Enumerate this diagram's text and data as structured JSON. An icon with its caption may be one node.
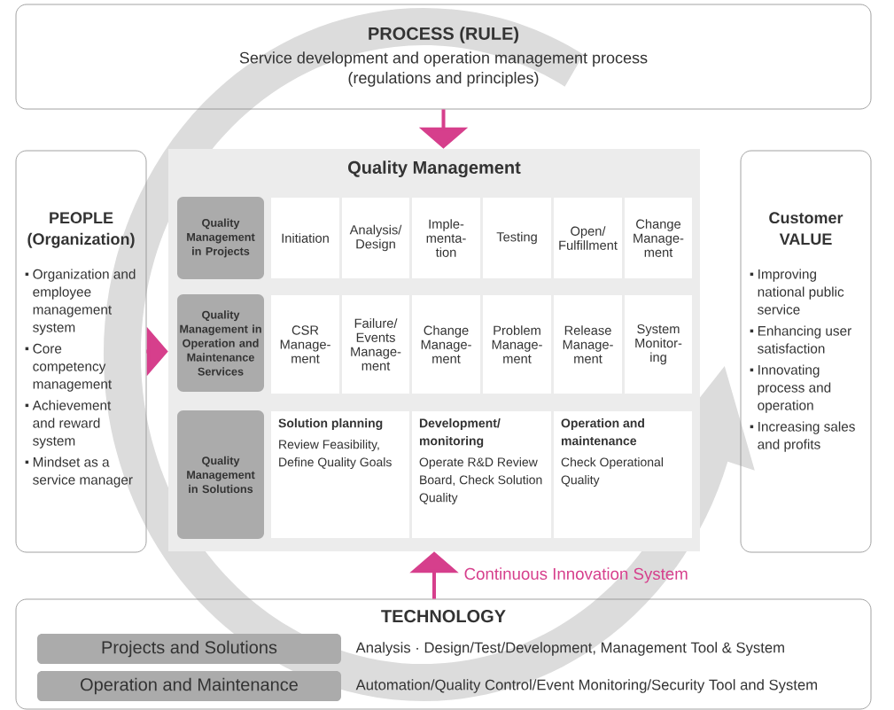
{
  "diagram": {
    "nodes": [
      {
        "text": [
          "PROCESS (RULE)",
          "Service development and operation management process (regulations and principles)"
        ]
      },
      {
        "text": [
          "PEOPLE (Organization)",
          "Organization and employee management system",
          "Core competency management",
          "Achievement and reward system",
          "Mindset as a service manager"
        ]
      },
      {
        "text": [
          "Quality Management"
        ]
      },
      {
        "text": [
          "Quality Management in Projects"
        ],
        "in": 2
      },
      {
        "text": [
          "Initiation"
        ],
        "in": 2
      },
      {
        "text": [
          "Analysis/ Design"
        ],
        "in": 2
      },
      {
        "text": [
          "Imple- menta- tion"
        ],
        "in": 2
      },
      {
        "text": [
          "Testing"
        ],
        "in": 2
      },
      {
        "text": [
          "Open/ Fulfillment"
        ],
        "in": 2
      },
      {
        "text": [
          "Change Manage- ment"
        ],
        "in": 2
      },
      {
        "text": [
          "Quality Management in Operation and Maintenance Services"
        ],
        "in": 2
      },
      {
        "text": [
          "CSR Manage- ment"
        ],
        "in": 2
      },
      {
        "text": [
          "Failure/ Events Manage- ment"
        ],
        "in": 2
      },
      {
        "text": [
          "Change Manage- ment"
        ],
        "in": 2
      },
      {
        "text": [
          "Problem Manage- ment"
        ],
        "in": 2
      },
      {
        "text": [
          "Release Manage- ment"
        ],
        "in": 2
      },
      {
        "text": [
          "System Monitor- ing"
        ],
        "in": 2
      },
      {
        "text": [
          "Quality Management in Solutions"
        ],
        "in": 2
      },
      {
        "text": [
          "Solution planning",
          "Review Feasibility, Define Quality Goals"
        ],
        "in": 2
      },
      {
        "text": [
          "Development/ monitoring",
          "Operate R&D Review Board, Check Solution Quality"
        ],
        "in": 2
      },
      {
        "text": [
          "Operation and maintenance",
          "Check Operational Quality"
        ],
        "in": 2
      },
      {
        "text": [
          "Customer VALUE",
          "Improving national public service",
          "Enhancing user satisfaction",
          "Innovating process and operation",
          "Increasing sales and profits"
        ]
      },
      {
        "text": [
          "TECHNOLOGY"
        ]
      },
      {
        "text": [
          "Projects and Solutions"
        ],
        "in": 22,
        "beside": [
          "Analysis · Design/Test/Development, Management Tool & System"
        ]
      },
      {
        "text": [
          "Operation and Maintenance"
        ],
        "in": 22,
        "beside": [
          "Automation/Quality Control/Event Monitoring/Security Tool and System"
        ]
      }
    ],
    "edges": [
      {
        "from": 0,
        "to": 2,
        "arrow": "to"
      },
      {
        "from": 1,
        "to": 2,
        "arrow": "to"
      },
      {
        "from": 22,
        "to": 2,
        "arrow": "to"
      }
    ],
    "labels": [
      "Continuous Innovation System"
    ]
  }
}
